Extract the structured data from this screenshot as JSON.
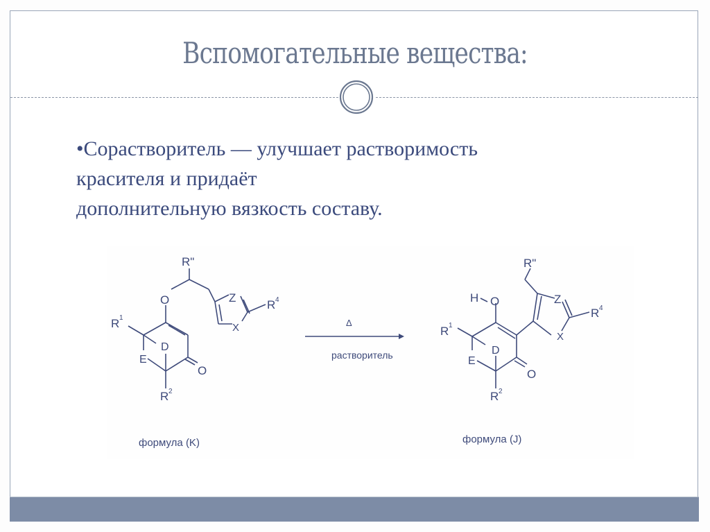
{
  "slide": {
    "title": "Вспомогательные вещества:",
    "bullet": {
      "marker": "•",
      "lines": [
        "Сорастворитель — улучшает растворимость",
        "красителя и придаёт",
        "дополнительную вязкость составу."
      ]
    }
  },
  "figure": {
    "left": {
      "caption": "формула (K)",
      "labels": {
        "r_top": "R\"",
        "o": "O",
        "z": "Z",
        "x": "X",
        "r4": "R",
        "r4_sup": "4",
        "r1": "R",
        "r1_sup": "1",
        "d": "D",
        "e": "E",
        "o_ketone": "O",
        "r2": "R",
        "r2_sup": "2"
      }
    },
    "arrow": {
      "above": "Δ",
      "below": "растворитель"
    },
    "right": {
      "caption": "формула (J)",
      "labels": {
        "r_top": "R\"",
        "h": "H",
        "o": "O",
        "z": "Z",
        "x": "X",
        "r4": "R",
        "r4_sup": "4",
        "r1": "R",
        "r1_sup": "1",
        "d": "D",
        "e": "E",
        "o_ketone": "O",
        "r2": "R",
        "r2_sup": "2"
      }
    }
  },
  "colors": {
    "title": "#6b7890",
    "body": "#3b4a7c",
    "footer": "#7d8ca6",
    "frame": "#9aa6b8",
    "chem": "#3e4a7a"
  }
}
